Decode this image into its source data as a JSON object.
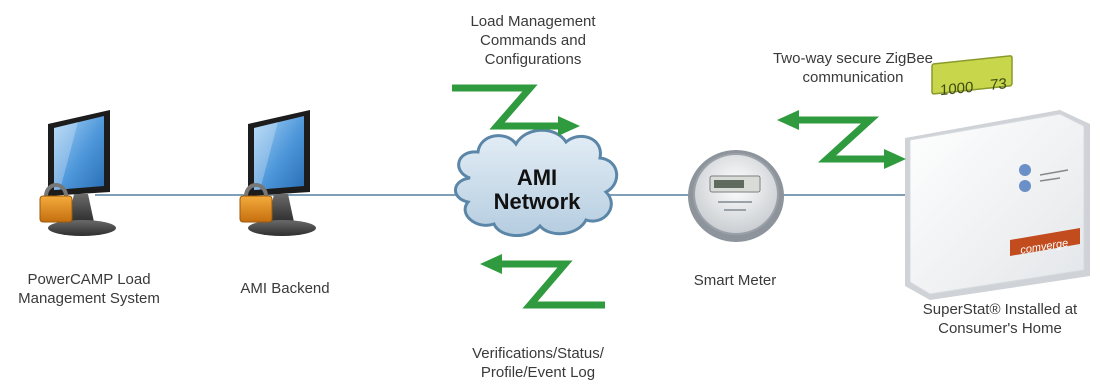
{
  "nodes": {
    "powercamp": {
      "label_lines": [
        "PowerCAMP Load",
        "Management System"
      ],
      "icon": "locked-computer-monitor-icon"
    },
    "ami_backend": {
      "label_lines": [
        "AMI Backend"
      ],
      "icon": "locked-computer-monitor-icon"
    },
    "ami_network": {
      "label_lines": [
        "AMI",
        "Network"
      ],
      "icon": "cloud-icon"
    },
    "smart_meter": {
      "label_lines": [
        "Smart Meter"
      ],
      "icon": "electric-meter-icon"
    },
    "superstat": {
      "label_lines": [
        "SuperStat® Installed at",
        "Consumer's Home"
      ],
      "icon": "thermostat-icon",
      "display_text": "1000 ... 73",
      "brand_text": "comverge"
    }
  },
  "annotations": {
    "load_management": {
      "lines": [
        "Load Management",
        "Commands and",
        "Configurations"
      ]
    },
    "verifications": {
      "lines": [
        "Verifications/Status/",
        "Profile/Event Log"
      ]
    },
    "zigbee": {
      "lines": [
        "Two-way secure ZigBee",
        "communication"
      ]
    }
  },
  "colors": {
    "arrow_green": "#2f9b3e",
    "link_line": "#7f9fb8",
    "cloud_fill": "#c9dbe9",
    "cloud_stroke": "#5b86a8",
    "monitor_blue": "#3a7fc4",
    "lock_orange": "#e8901f",
    "label_text": "#3a3a3a"
  }
}
